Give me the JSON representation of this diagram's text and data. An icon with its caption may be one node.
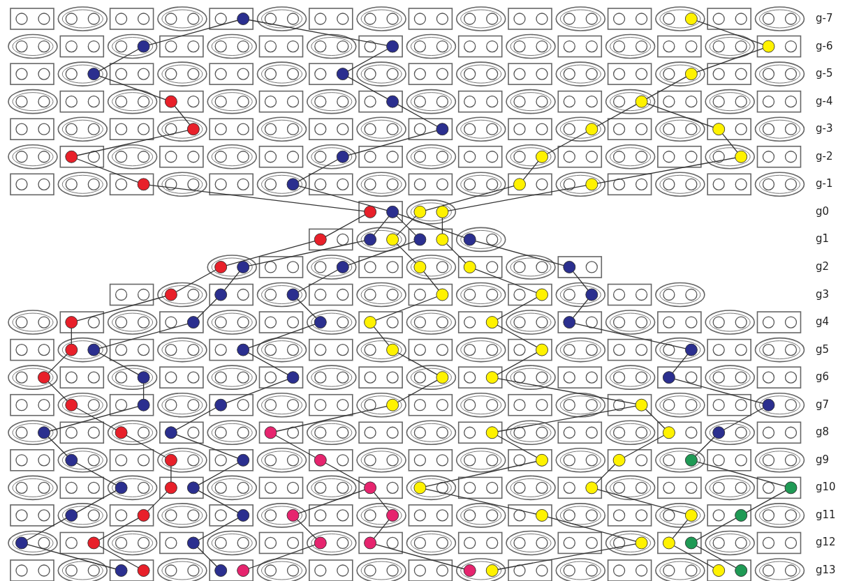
{
  "diagram": {
    "labels": [
      "g-7",
      "g-6",
      "g-5",
      "g-4",
      "g-3",
      "g-2",
      "g-1",
      "g0",
      "g1",
      "g2",
      "g3",
      "g4",
      "g5",
      "g6",
      "g7",
      "g8",
      "g9",
      "g10",
      "g11",
      "g12",
      "g13"
    ]
  }
}
